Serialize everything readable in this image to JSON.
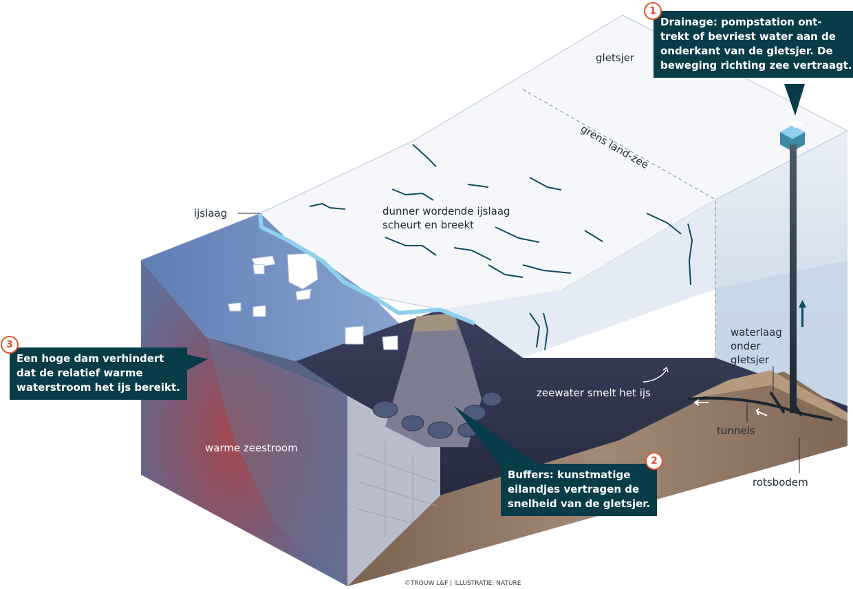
{
  "labels": {
    "gletsjer": "gletsjer",
    "grens": "grens land-zee",
    "ijslaag": "ijslaag",
    "dunner_1": "dunner wordende ijslaag",
    "dunner_2": "scheurt en breekt",
    "waterlaag_1": "waterlaag",
    "waterlaag_2": "onder",
    "waterlaag_3": "gletsjer",
    "zeewater": "zeewater smelt het ijs",
    "tunnels": "tunnels",
    "rotsbodem": "rotsbodem",
    "warme_zeestroom": "warme zeestroom"
  },
  "callouts": [
    {
      "number": "1",
      "lines": [
        "Drainage: pompstation ont-",
        "trekt of bevriest water aan de",
        "onderkant van de gletsjer. De",
        "beweging richting zee vertraagt."
      ]
    },
    {
      "number": "2",
      "lines": [
        "Buffers: kunstmatige",
        "eilandjes vertragen de",
        "snelheid van de gletsjer."
      ]
    },
    {
      "number": "3",
      "lines": [
        "Een hoge dam verhindert",
        "dat de relatief warme",
        "waterstroom het ijs bereikt."
      ]
    }
  ],
  "credit": "©TROUW L&F | ILLUSTRATIE: NATURE",
  "colors": {
    "callout_bg": "#073c48",
    "badge_red": "#e0532f",
    "sea": "#6b86b8",
    "deep_water": "#2b3048",
    "rock": "#8a6d55",
    "ice": "#f4f7fb",
    "warm_current": "#b24b4e"
  }
}
